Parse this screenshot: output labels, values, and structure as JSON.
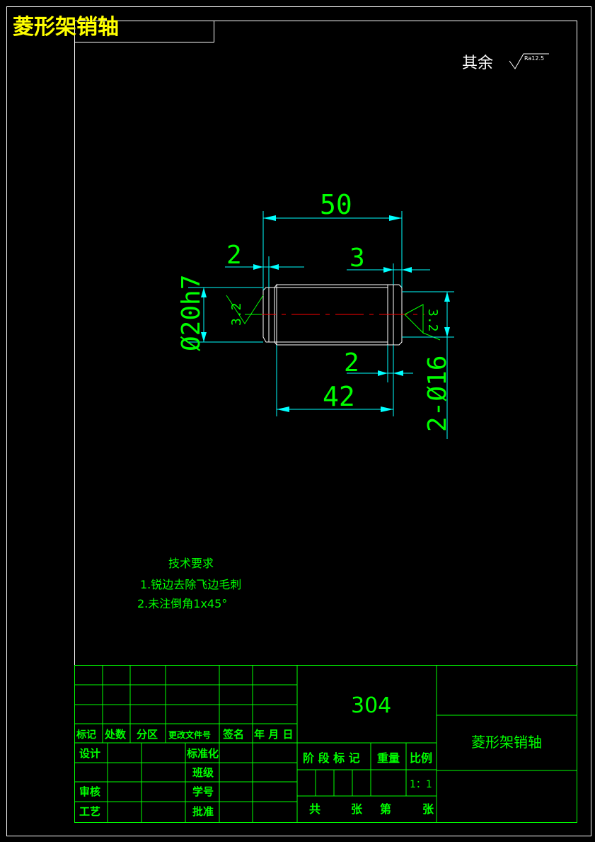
{
  "drawing_title": "菱形架销轴",
  "roughness": {
    "label": "其余",
    "value": "Ra12.5"
  },
  "dimensions": {
    "total_length": "50",
    "chamfer_left": "2",
    "chamfer_right": "3",
    "inner_length": "42",
    "groove_width": "2",
    "diameter": "Ø20h7",
    "groove_diameter": "2-Ø16",
    "roughness_left": "3.2",
    "roughness_right": "3.2"
  },
  "tech_requirements": {
    "title": "技术要求",
    "items": [
      "1.锐边去除飞边毛刺",
      "2.未注倒角1x45°"
    ]
  },
  "title_block": {
    "material": "304",
    "part_name": "菱形架销轴",
    "change_row": [
      "标记",
      "处数",
      "分区",
      "更改文件号",
      "签名",
      "年 月 日"
    ],
    "row_design": "设计",
    "row_standardize": "标准化",
    "row_class": "班级",
    "row_review": "审核",
    "row_student_id": "学号",
    "row_process": "工艺",
    "row_approve": "批准",
    "stage_mark": "阶 段 标 记",
    "weight": "重量",
    "scale_label": "比例",
    "scale_value": "1：1",
    "sheet_total": "共",
    "sheet_unit1": "张",
    "sheet_no": "第",
    "sheet_unit2": "张"
  }
}
